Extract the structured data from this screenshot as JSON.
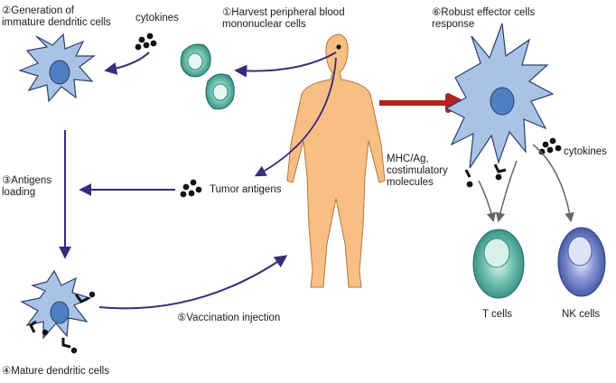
{
  "labels": {
    "step1": "①Harvest peripheral blood\nmononuclear cells",
    "step2": "②Generation of\nimmature dendritic cells",
    "step3": "③Antigens\nloading",
    "step4": "④Mature dendritic cells",
    "step5": "⑤Vaccination injection",
    "step6": "⑥Robust effector cells\nresponse",
    "cytokines_left": "cytokines",
    "cytokines_right": "cytokines",
    "tumor_antigens": "Tumor antigens",
    "mhc": "MHC/Ag,\ncostimulatory\nmolecules",
    "t_cells": "T cells",
    "nk_cells": "NK cells"
  },
  "colors": {
    "arrow": "#3b2a7a",
    "big_arrow": "#b3211e",
    "dendritic_body": "#a9c3e6",
    "dendritic_nucleus": "#4f7fc0",
    "body": "#f8bf84",
    "pbmc": "#3fa597",
    "t_cell": "#3fa597",
    "nk_cell": "#4a60ae",
    "gray_arrow": "#666666"
  }
}
